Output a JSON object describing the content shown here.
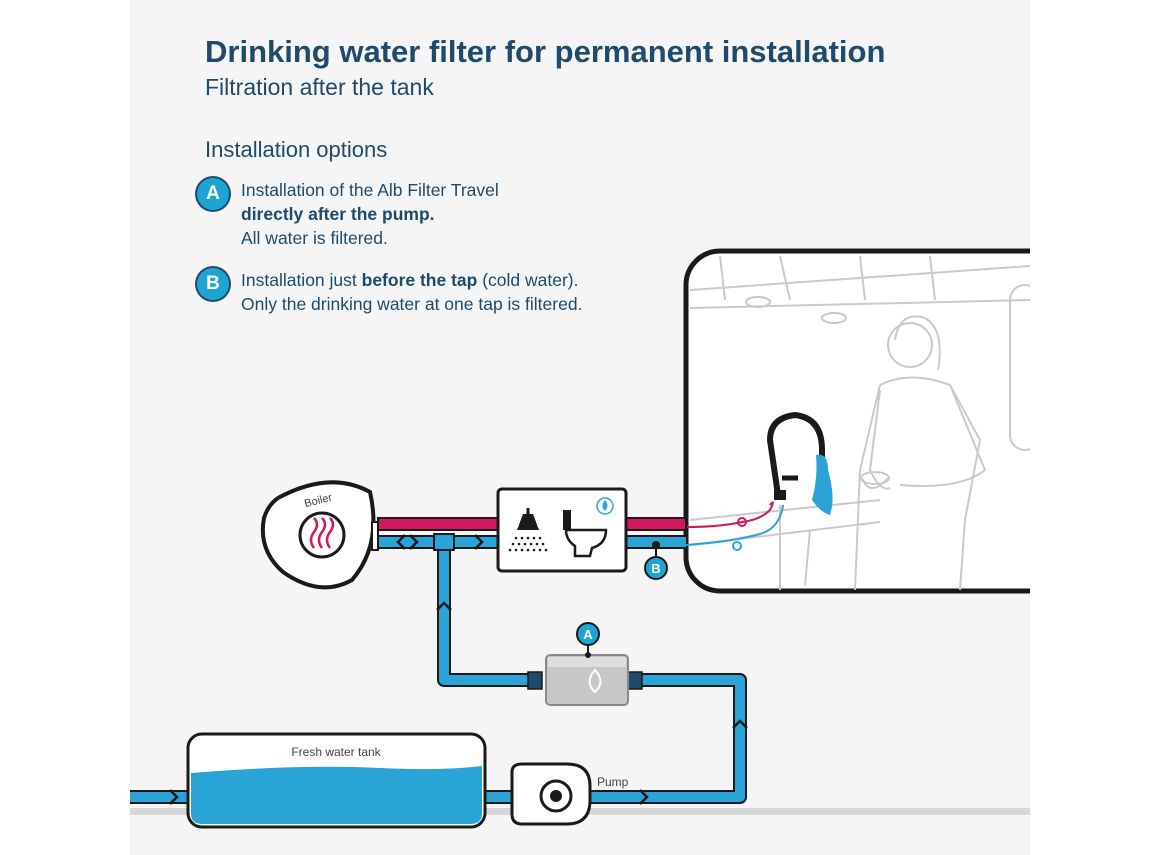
{
  "header": {
    "title": "Drinking water filter for permanent installation",
    "subtitle": "Filtration after the tank"
  },
  "options": {
    "heading": "Installation options",
    "a": {
      "badge": "A",
      "line1": "Installation of the Alb Filter Travel",
      "line2": "directly after the pump.",
      "line3": "All water is filtered."
    },
    "b": {
      "badge": "B",
      "line1_pre": "Installation just ",
      "line1_bold": "before the tap",
      "line1_post": " (cold water).",
      "line2": "Only the drinking water at one tap is filtered."
    }
  },
  "diagram": {
    "boiler_label": "Boiler",
    "tank_label": "Fresh water tank",
    "pump_label": "Pump",
    "marker_a": "A",
    "marker_b": "B"
  },
  "colors": {
    "title": "#1f4a6b",
    "cold_pipe": "#2aa3d6",
    "hot_pipe": "#d2185c",
    "badge": "#1ea4d2",
    "outline": "#1a1a1a"
  }
}
